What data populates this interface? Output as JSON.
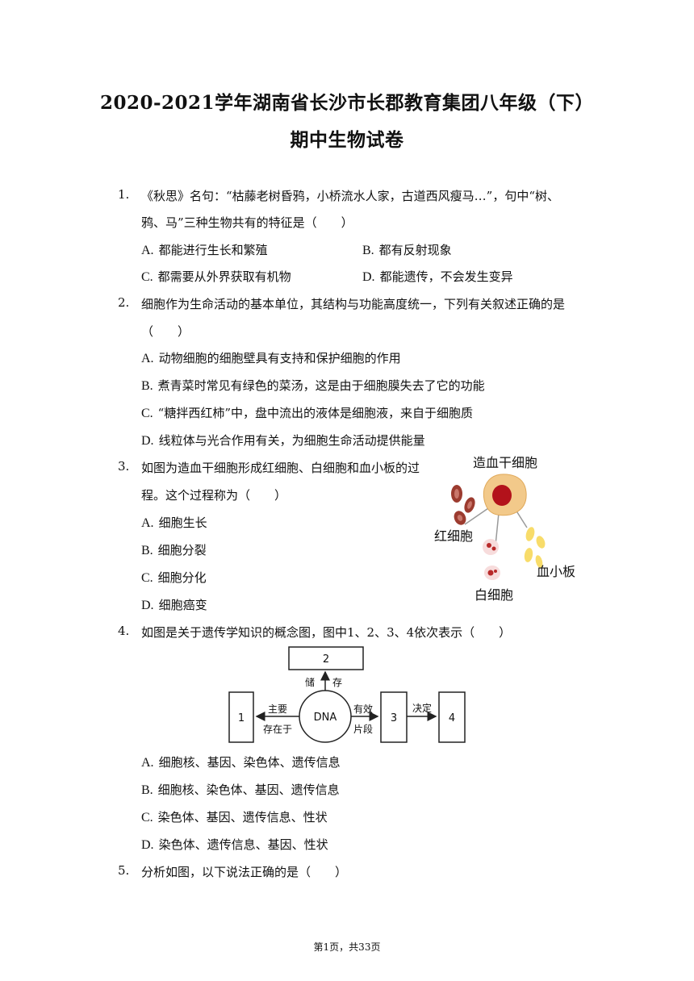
{
  "title": {
    "line1": "2020-2021学年湖南省长沙市长郡教育集团八年级（下）",
    "line2": "期中生物试卷"
  },
  "questions": [
    {
      "num": "1.",
      "lines": [
        "《秋思》名句：“枯藤老树昏鸦，小桥流水人家，古道西风瘦马…”，句中“树、",
        "鸦、马”三种生物共有的特征是（　　）"
      ],
      "options": [
        {
          "letter": "A.",
          "text": "都能进行生长和繁殖"
        },
        {
          "letter": "B.",
          "text": "都有反射现象"
        },
        {
          "letter": "C.",
          "text": "都需要从外界获取有机物"
        },
        {
          "letter": "D.",
          "text": "都能遗传，不会发生变异"
        }
      ]
    },
    {
      "num": "2.",
      "lines": [
        "细胞作为生命活动的基本单位，其结构与功能高度统一，下列有关叙述正确的是",
        "（　　）"
      ],
      "options": [
        {
          "letter": "A.",
          "text": "动物细胞的细胞壁具有支持和保护细胞的作用"
        },
        {
          "letter": "B.",
          "text": "煮青菜时常见有绿色的菜汤，这是由于细胞膜失去了它的功能"
        },
        {
          "letter": "C.",
          "text": "“糖拌西红柿”中，盘中流出的液体是细胞液，来自于细胞质"
        },
        {
          "letter": "D.",
          "text": "线粒体与光合作用有关，为细胞生命活动提供能量"
        }
      ]
    },
    {
      "num": "3.",
      "lines": [
        "如图为造血干细胞形成红细胞、白细胞和血小板的过",
        "程。这个过程称为（　　）"
      ],
      "options": [
        {
          "letter": "A.",
          "text": "细胞生长"
        },
        {
          "letter": "B.",
          "text": "细胞分裂"
        },
        {
          "letter": "C.",
          "text": "细胞分化"
        },
        {
          "letter": "D.",
          "text": "细胞癌变"
        }
      ],
      "figure": {
        "stem_cell": "造血干细胞",
        "red_cell": "红细胞",
        "platelet": "血小板",
        "white_cell": "白细胞"
      }
    },
    {
      "num": "4.",
      "lines": [
        "如图是关于遗传学知识的概念图，图中1、2、3、4依次表示（　　）"
      ],
      "options": [
        {
          "letter": "A.",
          "text": "细胞核、基因、染色体、遗传信息"
        },
        {
          "letter": "B.",
          "text": "细胞核、染色体、基因、遗传信息"
        },
        {
          "letter": "C.",
          "text": "染色体、基因、遗传信息、性状"
        },
        {
          "letter": "D.",
          "text": "染色体、遗传信息、基因、性状"
        }
      ],
      "figure": {
        "box1": "1",
        "box2": "2",
        "box3": "3",
        "box4": "4",
        "center": "DNA",
        "up_a": "储",
        "up_b": "存",
        "left_a": "主要",
        "left_b": "存在于",
        "right_a": "有效",
        "right_b": "片段",
        "decide": "决定"
      }
    },
    {
      "num": "5.",
      "lines": [
        "分析如图，以下说法正确的是（　　）"
      ],
      "options": []
    }
  ],
  "footer": "第1页，共33页"
}
